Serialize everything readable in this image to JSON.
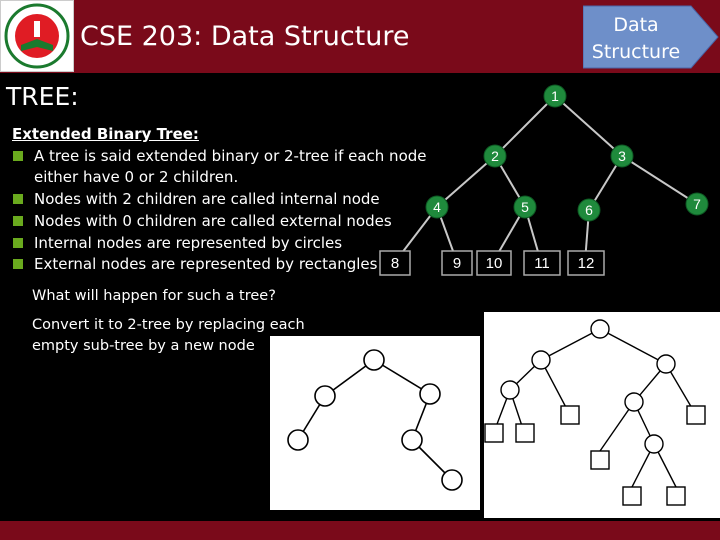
{
  "header": {
    "course_title": "CSE 203: Data Structure",
    "tag_line1": "Data",
    "tag_line2": "Structure",
    "logo_icon": "university-logo-icon",
    "bar_color": "#7a0a1a",
    "tag_color": "#6e8fc9"
  },
  "section": {
    "title": "TREE:"
  },
  "definition": {
    "heading": "Extended Binary Tree:",
    "bullets": [
      "A tree is said extended binary or 2-tree if each node either have 0 or 2 children.",
      "Nodes with 2 children are called internal node",
      "Nodes with 0 children are called external nodes",
      "Internal nodes are represented by circles",
      "External nodes are represented by rectangles"
    ],
    "bullet_color": "#6aaa1e"
  },
  "questions": {
    "q1": "What will happen for such a tree?",
    "q2": "Convert it to 2-tree by replacing each empty sub-tree by a new node"
  },
  "tree": {
    "internal_nodes": [
      "1",
      "2",
      "3",
      "4",
      "5",
      "6",
      "7"
    ],
    "external_nodes": [
      "8",
      "9",
      "10",
      "11",
      "12"
    ],
    "node_color": "#1f8a3c"
  },
  "figures": {
    "left": "binary-tree-figure",
    "right": "extended-2-tree-figure"
  }
}
